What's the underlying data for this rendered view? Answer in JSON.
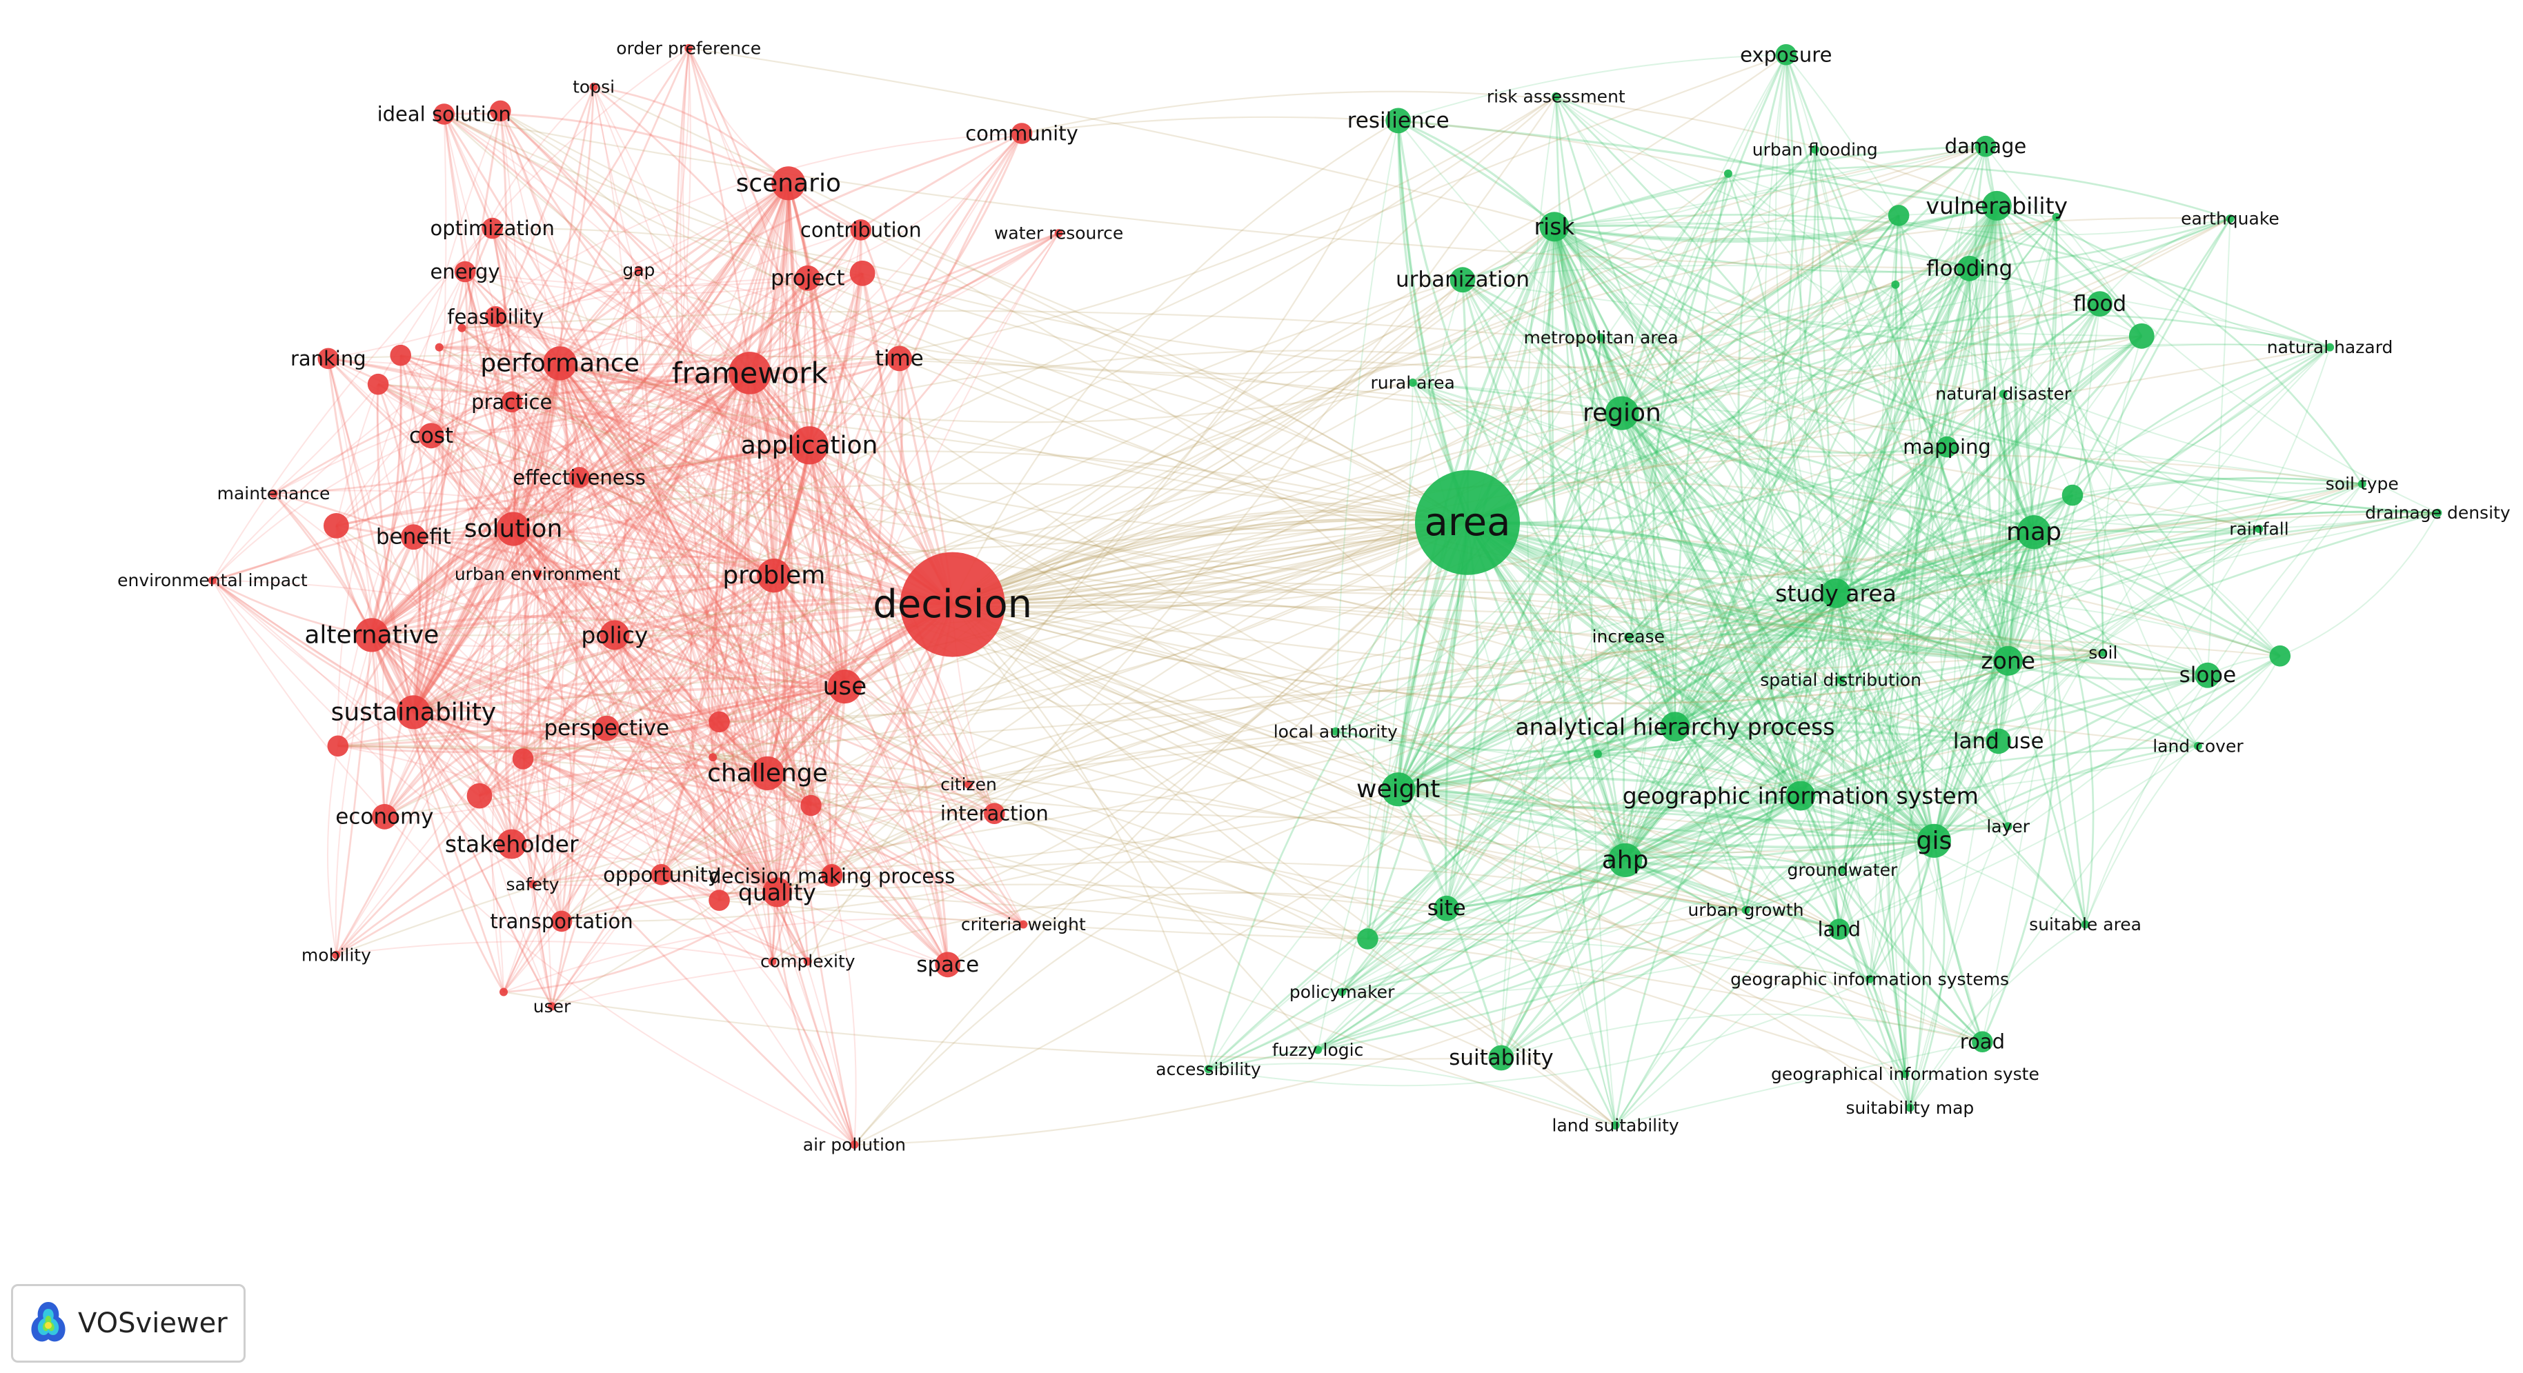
{
  "app": {
    "badge_label": "VOSviewer"
  },
  "colors": {
    "cluster_red": "#e8403f",
    "cluster_green": "#1eb854",
    "edge_red": "#f26a62",
    "edge_green": "#3cc46a",
    "edge_mix": "#b79a5a"
  },
  "nodes": [
    {
      "id": "decision",
      "label": "decision",
      "cluster": "red",
      "weight": 10
    },
    {
      "id": "framework",
      "label": "framework",
      "cluster": "red",
      "weight": 8
    },
    {
      "id": "application",
      "label": "application",
      "cluster": "red",
      "weight": 7
    },
    {
      "id": "scenario",
      "label": "scenario",
      "cluster": "red",
      "weight": 6
    },
    {
      "id": "performance",
      "label": "performance",
      "cluster": "red",
      "weight": 6
    },
    {
      "id": "solution",
      "label": "solution",
      "cluster": "red",
      "weight": 6
    },
    {
      "id": "problem",
      "label": "problem",
      "cluster": "red",
      "weight": 6
    },
    {
      "id": "use",
      "label": "use",
      "cluster": "red",
      "weight": 6
    },
    {
      "id": "alternative",
      "label": "alternative",
      "cluster": "red",
      "weight": 6
    },
    {
      "id": "sustainability",
      "label": "sustainability",
      "cluster": "red",
      "weight": 6
    },
    {
      "id": "challenge",
      "label": "challenge",
      "cluster": "red",
      "weight": 6
    },
    {
      "id": "quality",
      "label": "quality",
      "cluster": "red",
      "weight": 5
    },
    {
      "id": "stakeholder",
      "label": "stakeholder",
      "cluster": "red",
      "weight": 5
    },
    {
      "id": "policy",
      "label": "policy",
      "cluster": "red",
      "weight": 5
    },
    {
      "id": "perspective",
      "label": "perspective",
      "cluster": "red",
      "weight": 4
    },
    {
      "id": "cost",
      "label": "cost",
      "cluster": "red",
      "weight": 4
    },
    {
      "id": "benefit",
      "label": "benefit",
      "cluster": "red",
      "weight": 4
    },
    {
      "id": "economy",
      "label": "economy",
      "cluster": "red",
      "weight": 4
    },
    {
      "id": "project",
      "label": "project",
      "cluster": "red",
      "weight": 4
    },
    {
      "id": "time",
      "label": "time",
      "cluster": "red",
      "weight": 4
    },
    {
      "id": "community",
      "label": "community",
      "cluster": "red",
      "weight": 3
    },
    {
      "id": "space",
      "label": "space",
      "cluster": "red",
      "weight": 4
    },
    {
      "id": "interaction",
      "label": "interaction",
      "cluster": "red",
      "weight": 3
    },
    {
      "id": "opportunity",
      "label": "opportunity",
      "cluster": "red",
      "weight": 3
    },
    {
      "id": "transportation",
      "label": "transportation",
      "cluster": "red",
      "weight": 3
    },
    {
      "id": "decision making process",
      "label": "decision making process",
      "cluster": "red",
      "weight": 3
    },
    {
      "id": "ideal solution",
      "label": "ideal solution",
      "cluster": "red",
      "weight": 3
    },
    {
      "id": "optimization",
      "label": "optimization",
      "cluster": "red",
      "weight": 3
    },
    {
      "id": "energy",
      "label": "energy",
      "cluster": "red",
      "weight": 3
    },
    {
      "id": "gap",
      "label": "gap",
      "cluster": "red",
      "weight": 2
    },
    {
      "id": "contribution",
      "label": "contribution",
      "cluster": "red",
      "weight": 3
    },
    {
      "id": "feasibility",
      "label": "feasibility",
      "cluster": "red",
      "weight": 3
    },
    {
      "id": "ranking",
      "label": "ranking",
      "cluster": "red",
      "weight": 3
    },
    {
      "id": "practice",
      "label": "practice",
      "cluster": "red",
      "weight": 3
    },
    {
      "id": "effectiveness",
      "label": "effectiveness",
      "cluster": "red",
      "weight": 3
    },
    {
      "id": "urban environment",
      "label": "urban environment",
      "cluster": "red",
      "weight": 2
    },
    {
      "id": "environmental impact",
      "label": "environmental impact",
      "cluster": "red",
      "weight": 2
    },
    {
      "id": "maintenance",
      "label": "maintenance",
      "cluster": "red",
      "weight": 2
    },
    {
      "id": "topsi",
      "label": "topsi",
      "cluster": "red",
      "weight": 2
    },
    {
      "id": "order preference",
      "label": "order preference",
      "cluster": "red",
      "weight": 2
    },
    {
      "id": "water resource",
      "label": "water resource",
      "cluster": "red",
      "weight": 2
    },
    {
      "id": "citizen",
      "label": "citizen",
      "cluster": "red",
      "weight": 2
    },
    {
      "id": "safety",
      "label": "safety",
      "cluster": "red",
      "weight": 2
    },
    {
      "id": "complexity",
      "label": "complexity",
      "cluster": "red",
      "weight": 2
    },
    {
      "id": "criteria weight",
      "label": "criteria weight",
      "cluster": "red",
      "weight": 2
    },
    {
      "id": "mobility",
      "label": "mobility",
      "cluster": "red",
      "weight": 2
    },
    {
      "id": "user",
      "label": "user",
      "cluster": "red",
      "weight": 2
    },
    {
      "id": "air pollution",
      "label": "air pollution",
      "cluster": "red",
      "weight": 2
    },
    {
      "id": "area",
      "label": "area",
      "cluster": "green",
      "weight": 10
    },
    {
      "id": "region",
      "label": "region",
      "cluster": "green",
      "weight": 6
    },
    {
      "id": "risk",
      "label": "risk",
      "cluster": "green",
      "weight": 5
    },
    {
      "id": "map",
      "label": "map",
      "cluster": "green",
      "weight": 6
    },
    {
      "id": "ahp",
      "label": "ahp",
      "cluster": "green",
      "weight": 6
    },
    {
      "id": "gis",
      "label": "gis",
      "cluster": "green",
      "weight": 6
    },
    {
      "id": "weight",
      "label": "weight",
      "cluster": "green",
      "weight": 6
    },
    {
      "id": "zone",
      "label": "zone",
      "cluster": "green",
      "weight": 5
    },
    {
      "id": "study area",
      "label": "study area",
      "cluster": "green",
      "weight": 5
    },
    {
      "id": "analytical hierarchy process",
      "label": "analytical hierarchy process",
      "cluster": "green",
      "weight": 5
    },
    {
      "id": "geographic information system",
      "label": "geographic information system",
      "cluster": "green",
      "weight": 5
    },
    {
      "id": "vulnerability",
      "label": "vulnerability",
      "cluster": "green",
      "weight": 5
    },
    {
      "id": "flood",
      "label": "flood",
      "cluster": "green",
      "weight": 4
    },
    {
      "id": "flooding",
      "label": "flooding",
      "cluster": "green",
      "weight": 4
    },
    {
      "id": "resilience",
      "label": "resilience",
      "cluster": "green",
      "weight": 4
    },
    {
      "id": "urbanization",
      "label": "urbanization",
      "cluster": "green",
      "weight": 4
    },
    {
      "id": "site",
      "label": "site",
      "cluster": "green",
      "weight": 4
    },
    {
      "id": "suitability",
      "label": "suitability",
      "cluster": "green",
      "weight": 4
    },
    {
      "id": "slope",
      "label": "slope",
      "cluster": "green",
      "weight": 4
    },
    {
      "id": "land use",
      "label": "land use",
      "cluster": "green",
      "weight": 4
    },
    {
      "id": "exposure",
      "label": "exposure",
      "cluster": "green",
      "weight": 3
    },
    {
      "id": "risk assessment",
      "label": "risk assessment",
      "cluster": "green",
      "weight": 2
    },
    {
      "id": "urban flooding",
      "label": "urban flooding",
      "cluster": "green",
      "weight": 2
    },
    {
      "id": "damage",
      "label": "damage",
      "cluster": "green",
      "weight": 3
    },
    {
      "id": "earthquake",
      "label": "earthquake",
      "cluster": "green",
      "weight": 2
    },
    {
      "id": "metropolitan area",
      "label": "metropolitan area",
      "cluster": "green",
      "weight": 2
    },
    {
      "id": "rural area",
      "label": "rural area",
      "cluster": "green",
      "weight": 2
    },
    {
      "id": "natural hazard",
      "label": "natural hazard",
      "cluster": "green",
      "weight": 2
    },
    {
      "id": "natural disaster",
      "label": "natural disaster",
      "cluster": "green",
      "weight": 2
    },
    {
      "id": "mapping",
      "label": "mapping",
      "cluster": "green",
      "weight": 3
    },
    {
      "id": "soil type",
      "label": "soil type",
      "cluster": "green",
      "weight": 2
    },
    {
      "id": "drainage density",
      "label": "drainage density",
      "cluster": "green",
      "weight": 2
    },
    {
      "id": "rainfall",
      "label": "rainfall",
      "cluster": "green",
      "weight": 2
    },
    {
      "id": "increase",
      "label": "increase",
      "cluster": "green",
      "weight": 2
    },
    {
      "id": "spatial distribution",
      "label": "spatial distribution",
      "cluster": "green",
      "weight": 2
    },
    {
      "id": "soil",
      "label": "soil",
      "cluster": "green",
      "weight": 2
    },
    {
      "id": "land cover",
      "label": "land cover",
      "cluster": "green",
      "weight": 2
    },
    {
      "id": "local authority",
      "label": "local authority",
      "cluster": "green",
      "weight": 2
    },
    {
      "id": "layer",
      "label": "layer",
      "cluster": "green",
      "weight": 2
    },
    {
      "id": "groundwater",
      "label": "groundwater",
      "cluster": "green",
      "weight": 2
    },
    {
      "id": "urban growth",
      "label": "urban growth",
      "cluster": "green",
      "weight": 2
    },
    {
      "id": "land",
      "label": "land",
      "cluster": "green",
      "weight": 3
    },
    {
      "id": "suitable area",
      "label": "suitable area",
      "cluster": "green",
      "weight": 2
    },
    {
      "id": "geographic information systems",
      "label": "geographic information systems",
      "cluster": "green",
      "weight": 2
    },
    {
      "id": "policymaker",
      "label": "policymaker",
      "cluster": "green",
      "weight": 2
    },
    {
      "id": "road",
      "label": "road",
      "cluster": "green",
      "weight": 3
    },
    {
      "id": "fuzzy logic",
      "label": "fuzzy logic",
      "cluster": "green",
      "weight": 2
    },
    {
      "id": "accessibility",
      "label": "accessibility",
      "cluster": "green",
      "weight": 2
    },
    {
      "id": "geographical information syste",
      "label": "geographical information syste",
      "cluster": "green",
      "weight": 2
    },
    {
      "id": "suitability map",
      "label": "suitability map",
      "cluster": "green",
      "weight": 2
    },
    {
      "id": "land suitability",
      "label": "land suitability",
      "cluster": "green",
      "weight": 2
    }
  ]
}
